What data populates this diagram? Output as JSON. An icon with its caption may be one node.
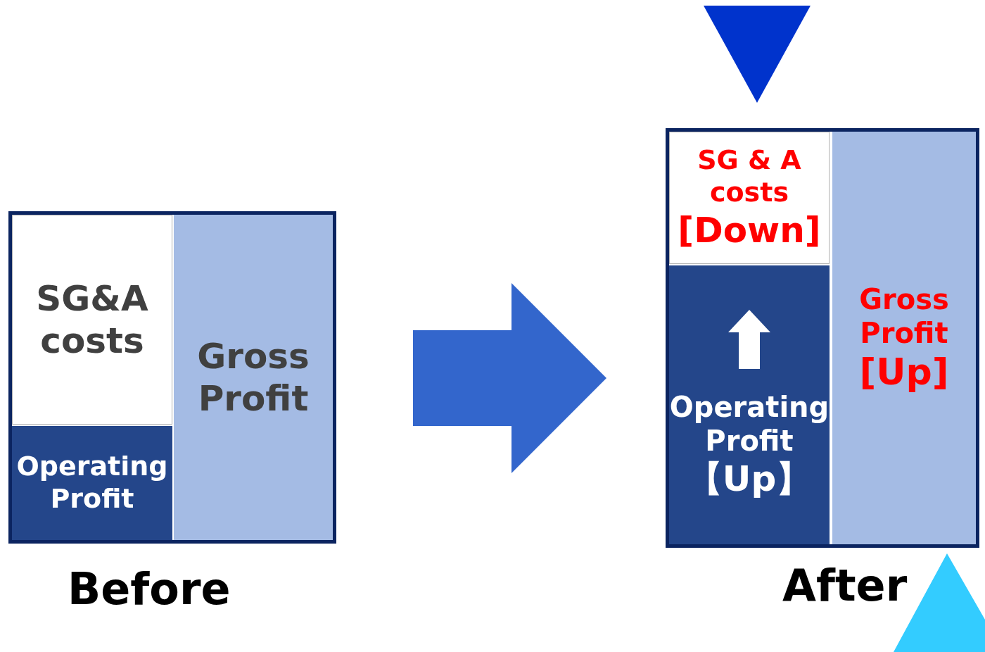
{
  "diagram": {
    "nodes": [
      {
        "text": [],
        "shape": "box",
        "beside": [
          "Before"
        ]
      },
      {
        "text": [
          "SG&A costs"
        ],
        "in": 0
      },
      {
        "text": [
          "Operating Profit"
        ],
        "in": 0
      },
      {
        "text": [
          "Gross Profit"
        ],
        "in": 0
      },
      {
        "text": [],
        "shape": "box",
        "beside": [
          "After"
        ]
      },
      {
        "text": [
          "SG & A costs",
          "[Down]"
        ],
        "in": 4
      },
      {
        "text": [
          "Operating Profit",
          "【Up】"
        ],
        "in": 4
      },
      {
        "text": [
          "Gross Profit",
          "[Up]"
        ],
        "in": 4
      }
    ],
    "edges": [
      {
        "from": 0,
        "to": 4,
        "arrow": "to"
      }
    ]
  }
}
